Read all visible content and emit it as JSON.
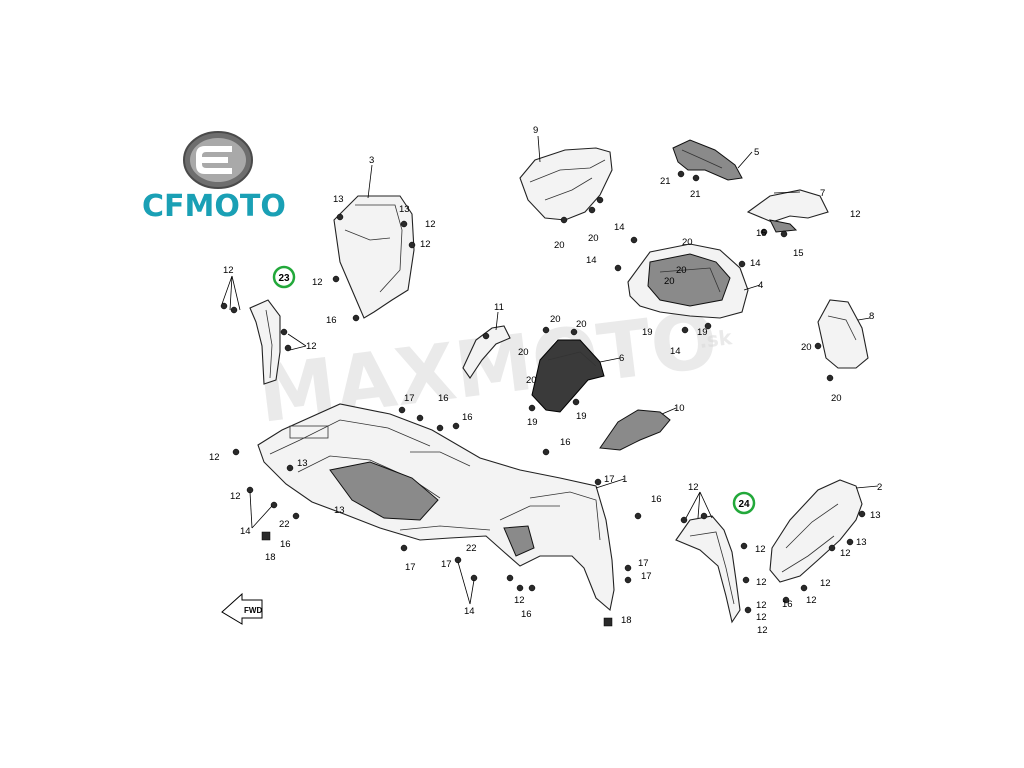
{
  "brand": {
    "name": "CFMOTO",
    "accent": "#1aa0b5"
  },
  "watermark": {
    "text": "MAXMOTO",
    "suffix": ".sk"
  },
  "direction_tag": "FWD",
  "highlight_color": "#22a83a",
  "highlighted_parts": [
    "23",
    "24"
  ],
  "callouts": [
    {
      "id": "c9",
      "label": "9"
    },
    {
      "id": "c5",
      "label": "5"
    },
    {
      "id": "c3",
      "label": "3"
    },
    {
      "id": "c13a",
      "label": "13"
    },
    {
      "id": "c13b",
      "label": "13"
    },
    {
      "id": "c12a",
      "label": "12"
    },
    {
      "id": "c12b",
      "label": "12"
    },
    {
      "id": "c12c",
      "label": "12"
    },
    {
      "id": "c16a",
      "label": "16"
    },
    {
      "id": "c21a",
      "label": "21"
    },
    {
      "id": "c21b",
      "label": "21"
    },
    {
      "id": "c20a",
      "label": "20"
    },
    {
      "id": "c20b",
      "label": "20"
    },
    {
      "id": "c7",
      "label": "7"
    },
    {
      "id": "c12d",
      "label": "12"
    },
    {
      "id": "c15a",
      "label": "15"
    },
    {
      "id": "c15b",
      "label": "15"
    },
    {
      "id": "c14a",
      "label": "14"
    },
    {
      "id": "c14b",
      "label": "14"
    },
    {
      "id": "c20c",
      "label": "20"
    },
    {
      "id": "c20d",
      "label": "20"
    },
    {
      "id": "c20e",
      "label": "20"
    },
    {
      "id": "c14c",
      "label": "14"
    },
    {
      "id": "c4",
      "label": "4"
    },
    {
      "id": "c19a",
      "label": "19"
    },
    {
      "id": "c19b",
      "label": "19"
    },
    {
      "id": "c14d",
      "label": "14"
    },
    {
      "id": "c12e",
      "label": "12"
    },
    {
      "id": "c12f",
      "label": "12"
    },
    {
      "id": "c11",
      "label": "11"
    },
    {
      "id": "c20f",
      "label": "20"
    },
    {
      "id": "c20g",
      "label": "20"
    },
    {
      "id": "c6",
      "label": "6"
    },
    {
      "id": "c20h",
      "label": "20"
    },
    {
      "id": "c20i",
      "label": "20"
    },
    {
      "id": "c19c",
      "label": "19"
    },
    {
      "id": "c19d",
      "label": "19"
    },
    {
      "id": "c8",
      "label": "8"
    },
    {
      "id": "c20j",
      "label": "20"
    },
    {
      "id": "c20k",
      "label": "20"
    },
    {
      "id": "c10",
      "label": "10"
    },
    {
      "id": "c17a",
      "label": "17"
    },
    {
      "id": "c16b",
      "label": "16"
    },
    {
      "id": "c16c",
      "label": "16"
    },
    {
      "id": "c16d",
      "label": "16"
    },
    {
      "id": "c12g",
      "label": "12"
    },
    {
      "id": "c13c",
      "label": "13"
    },
    {
      "id": "c17b",
      "label": "17"
    },
    {
      "id": "c1",
      "label": "1"
    },
    {
      "id": "c14e",
      "label": "14"
    },
    {
      "id": "c22a",
      "label": "22"
    },
    {
      "id": "c16e",
      "label": "16"
    },
    {
      "id": "c18a",
      "label": "18"
    },
    {
      "id": "c13d",
      "label": "13"
    },
    {
      "id": "c17c",
      "label": "17"
    },
    {
      "id": "c17d",
      "label": "17"
    },
    {
      "id": "c22b",
      "label": "22"
    },
    {
      "id": "c14f",
      "label": "14"
    },
    {
      "id": "c12h",
      "label": "12"
    },
    {
      "id": "c16f",
      "label": "16"
    },
    {
      "id": "c16g",
      "label": "16"
    },
    {
      "id": "c17e",
      "label": "17"
    },
    {
      "id": "c17f",
      "label": "17"
    },
    {
      "id": "c18b",
      "label": "18"
    },
    {
      "id": "c12i",
      "label": "12"
    },
    {
      "id": "c2",
      "label": "2"
    },
    {
      "id": "c13e",
      "label": "13"
    },
    {
      "id": "c13f",
      "label": "13"
    },
    {
      "id": "c12j",
      "label": "12"
    },
    {
      "id": "c12k",
      "label": "12"
    },
    {
      "id": "c16h",
      "label": "16"
    },
    {
      "id": "c12l",
      "label": "12"
    },
    {
      "id": "c12m",
      "label": "12"
    },
    {
      "id": "c12n",
      "label": "12"
    },
    {
      "id": "c12o",
      "label": "12"
    },
    {
      "id": "c12p",
      "label": "12"
    },
    {
      "id": "c12q",
      "label": "12"
    },
    {
      "id": "c12r",
      "label": "12"
    }
  ]
}
